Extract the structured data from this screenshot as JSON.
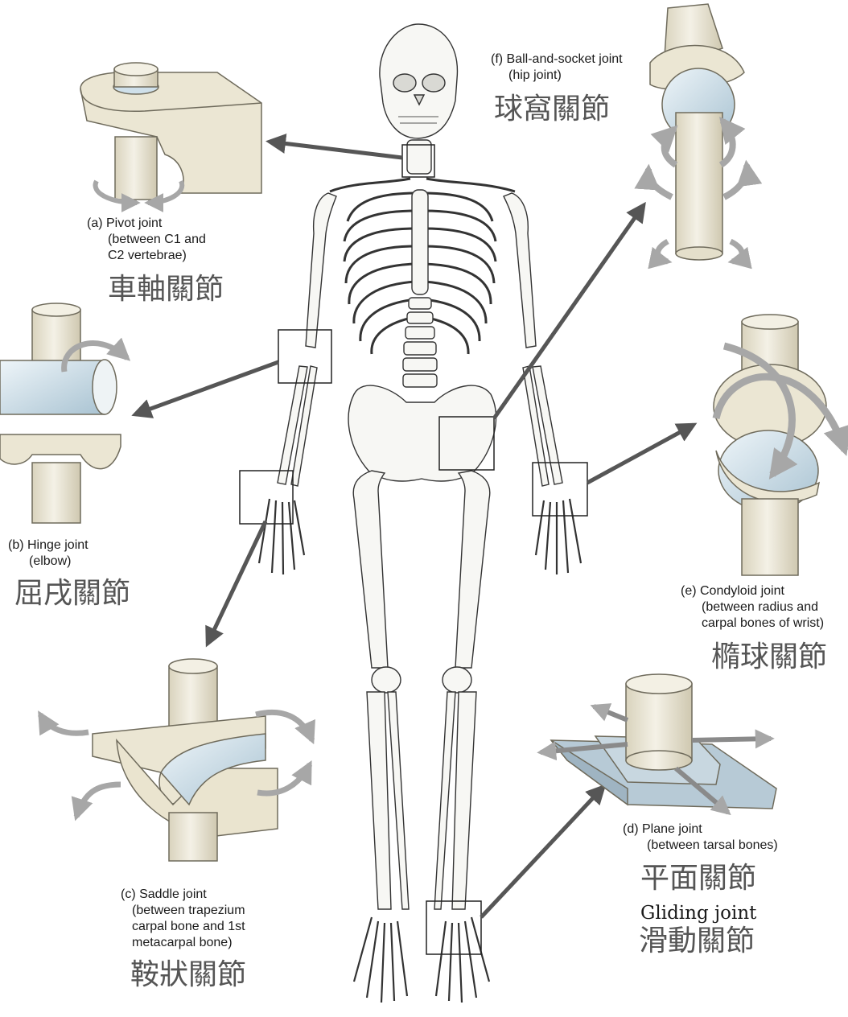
{
  "colors": {
    "bone": "#eeeadb",
    "bone_stroke": "#6f6b5c",
    "cartilage": "#cfe0ea",
    "arrow": "#565656",
    "rotation_arrow": "#a7a7a7",
    "plate": "#b7cad6"
  },
  "joints": {
    "pivot": {
      "title": "(a) Pivot joint",
      "line2": "(between C1 and",
      "line3": "C2 vertebrae)",
      "chinese": "車軸關節"
    },
    "hinge": {
      "title": "(b) Hinge joint",
      "line2": "(elbow)",
      "chinese": "屈戌關節"
    },
    "saddle": {
      "title": "(c) Saddle joint",
      "line2": "(between trapezium",
      "line3": "carpal bone and 1st",
      "line4": "metacarpal bone)",
      "chinese": "鞍狀關節"
    },
    "plane": {
      "title": "(d) Plane joint",
      "line2": "(between tarsal bones)",
      "chinese": "平面關節",
      "alt_english": "Gliding joint",
      "alt_chinese": "滑動關節"
    },
    "condyloid": {
      "title": "(e) Condyloid joint",
      "line2": "(between radius and",
      "line3": "carpal bones of wrist)",
      "chinese": "橢球關節"
    },
    "ball_socket": {
      "title": "(f) Ball-and-socket joint",
      "line2": "(hip joint)",
      "chinese": "球窩關節"
    }
  }
}
